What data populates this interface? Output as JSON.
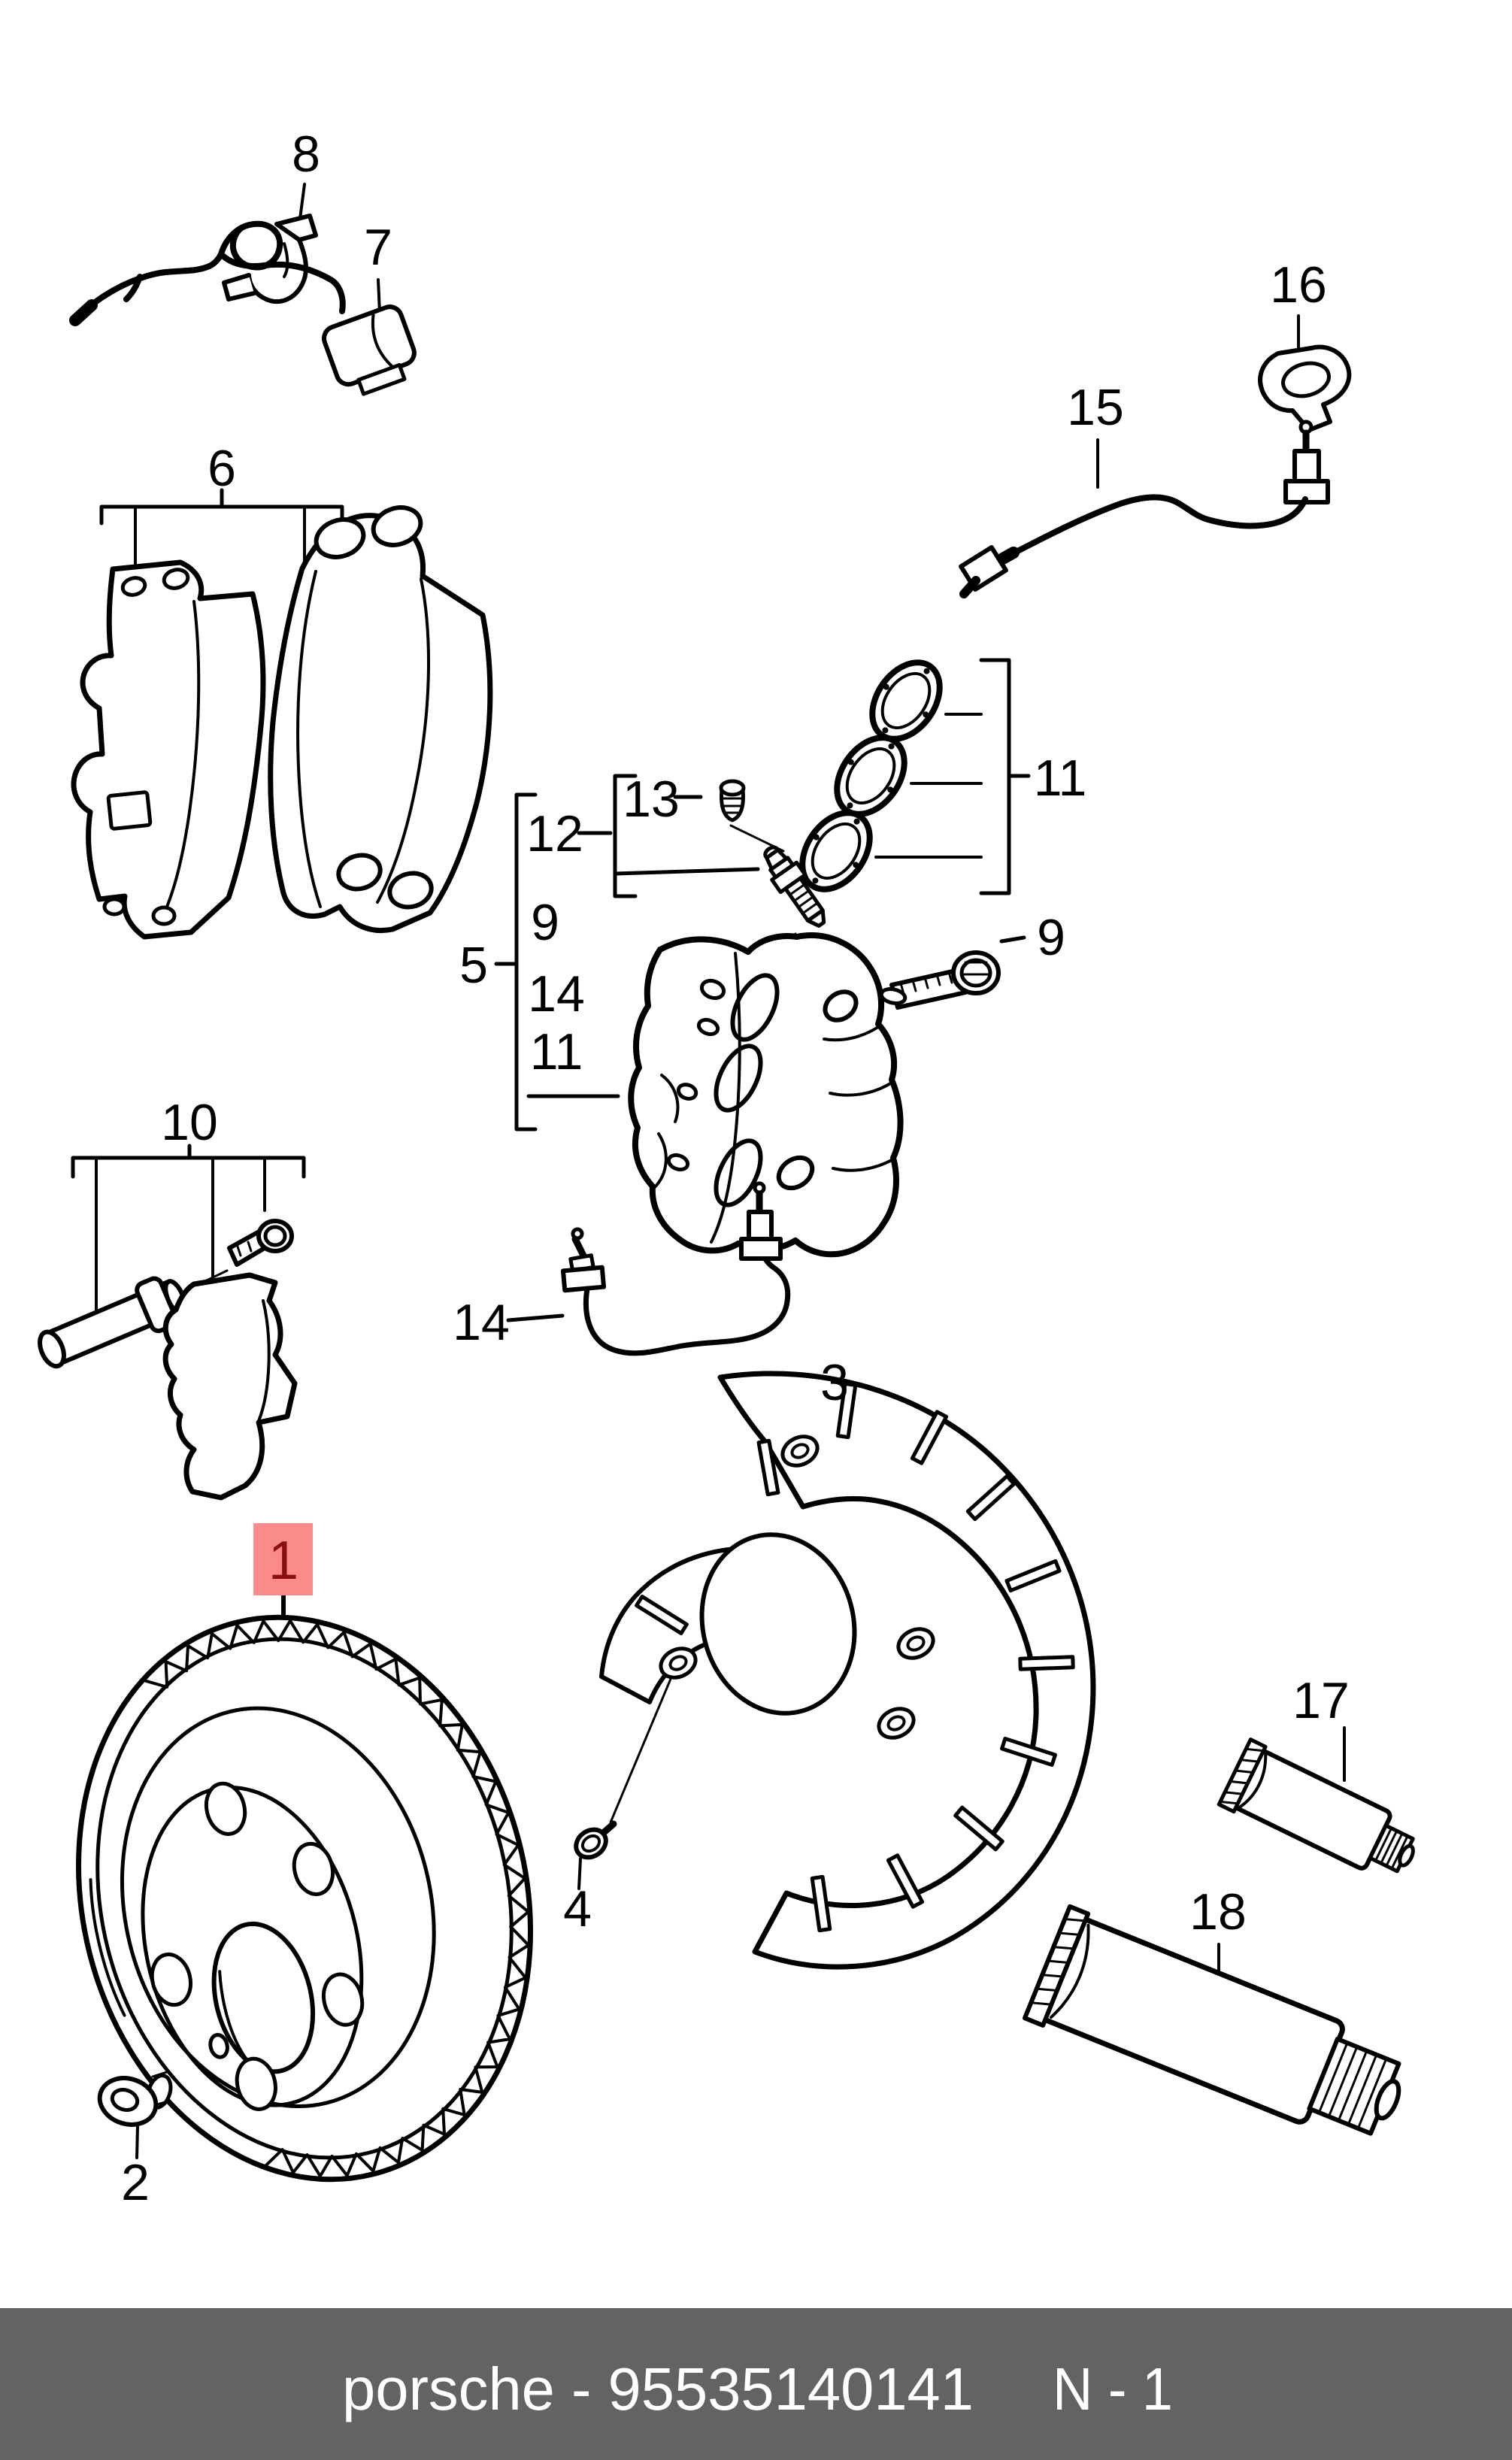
{
  "diagram": {
    "type": "exploded-parts-diagram",
    "subject": "front brake assembly"
  },
  "colors": {
    "line": "#000000",
    "background": "#ffffff",
    "highlight_fill": "#fb8a8a",
    "highlight_text": "#8b0f0f",
    "footer_bg": "#636363",
    "footer_text": "#ffffff"
  },
  "highlighted_callout": "1",
  "callouts": {
    "c1": "1",
    "c2": "2",
    "c3": "3",
    "c4": "4",
    "c5": "5",
    "c6": "6",
    "c7": "7",
    "c8": "8",
    "c9a": "9",
    "c9b": "9",
    "c10": "10",
    "c11a": "11",
    "c11b": "11",
    "c12": "12",
    "c13": "13",
    "c14a": "14",
    "c14b": "14",
    "c15": "15",
    "c16": "16",
    "c17": "17",
    "c18": "18"
  },
  "footer": {
    "left_text": "porsche - 95535140141",
    "right_text": "N - 1"
  }
}
